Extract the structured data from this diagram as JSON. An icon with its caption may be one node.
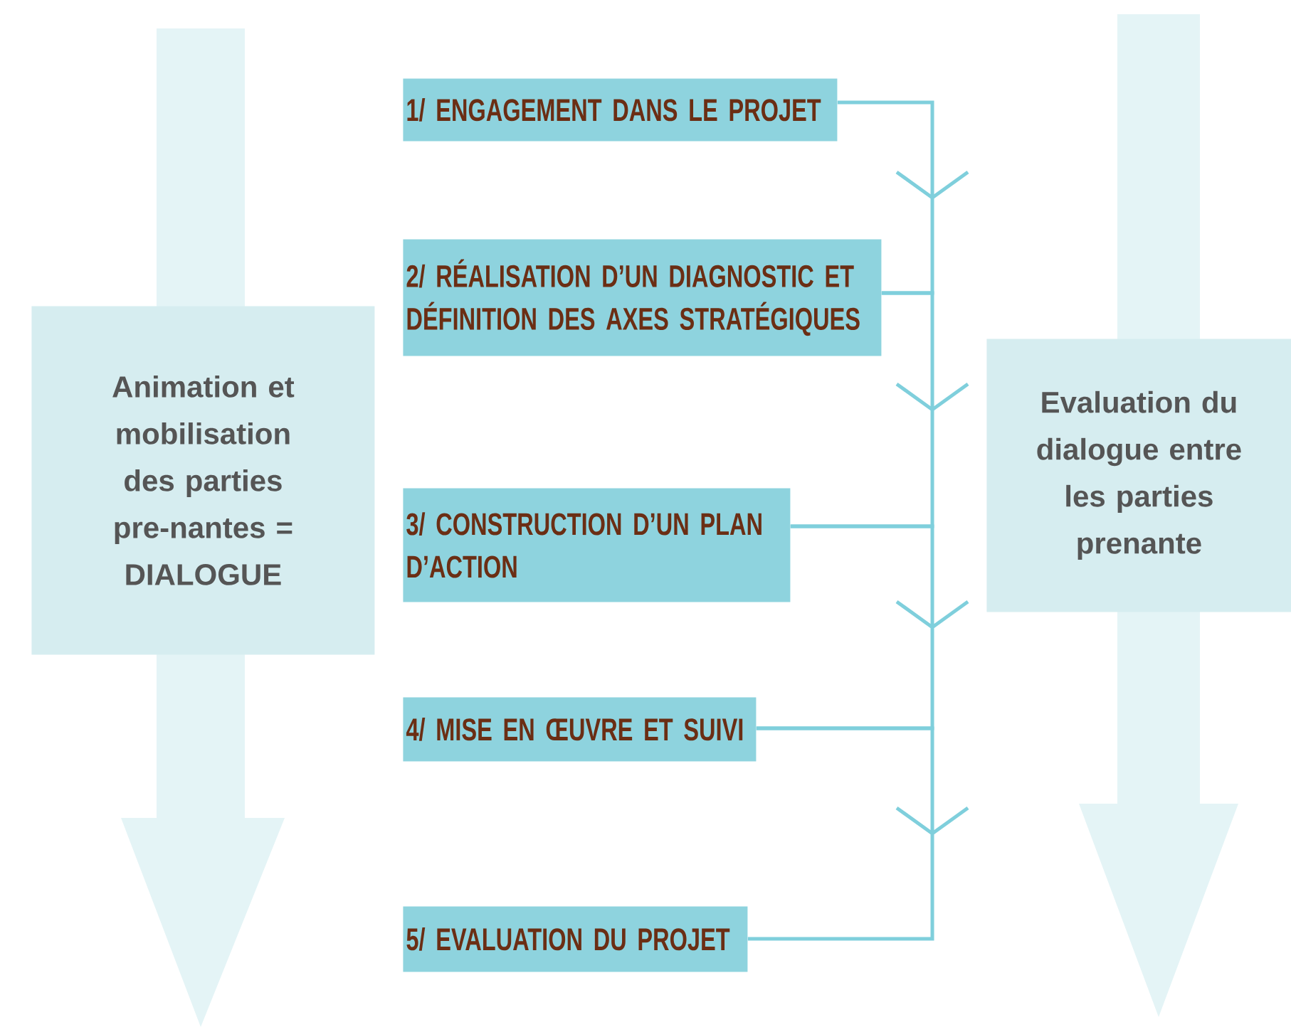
{
  "diagram": {
    "nodes": [
      {
        "text": [
          "1/ ENGAGEMENT DANS LE PROJET"
        ]
      },
      {
        "text": [
          "2/ RÉALISATION D’UN DIAGNOSTIC ET DÉFINITION DES AXES STRATÉGIQUES"
        ]
      },
      {
        "text": [
          "3/ CONSTRUCTION D’UN PLAN D’ACTION"
        ]
      },
      {
        "text": [
          "4/ MISE EN ŒUVRE ET SUIVI"
        ]
      },
      {
        "text": [
          "5/ EVALUATION DU PROJET"
        ]
      },
      {
        "text": [
          "Animation et mobilisation des parties pre-nantes = DIALOGUE"
        ]
      },
      {
        "text": [
          "Evaluation du dialogue entre les parties prenante"
        ]
      }
    ],
    "edges": [
      {
        "from": 0,
        "to": 1,
        "arrow": "to"
      },
      {
        "from": 1,
        "to": 2,
        "arrow": "to"
      },
      {
        "from": 2,
        "to": 3,
        "arrow": "to"
      },
      {
        "from": 3,
        "to": 4,
        "arrow": "to"
      }
    ]
  }
}
